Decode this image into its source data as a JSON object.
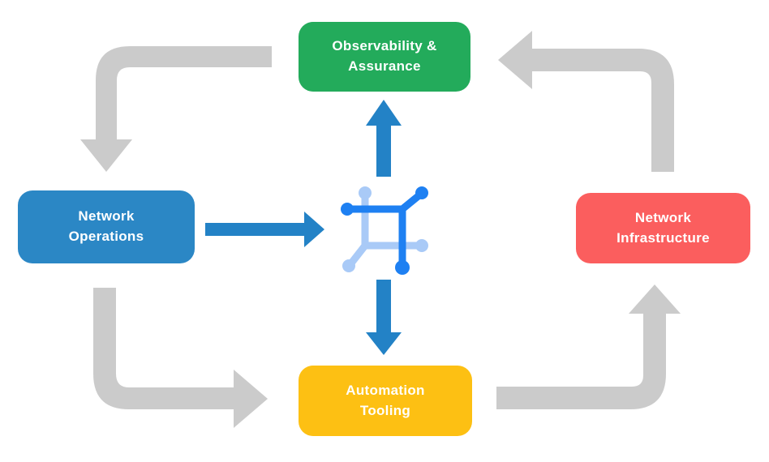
{
  "nodes": {
    "observability": {
      "label": "Observability &\nAssurance",
      "color": "#23AB5B"
    },
    "operations": {
      "label": "Network\nOperations",
      "color": "#2B87C5"
    },
    "infrastructure": {
      "label": "Network\nInfrastructure",
      "color": "#FB5E5E"
    },
    "automation": {
      "label": "Automation\nTooling",
      "color": "#FDC013"
    }
  },
  "colors": {
    "background": "#FFFFFF",
    "cycle_arrow": "#CBCBCB",
    "data_arrow": "#2382C6",
    "icon_primary": "#1E80F2",
    "icon_secondary": "#A9CAF7",
    "label_text": "#FFFFFF"
  },
  "icons": {
    "center": "network-mesh-icon"
  }
}
